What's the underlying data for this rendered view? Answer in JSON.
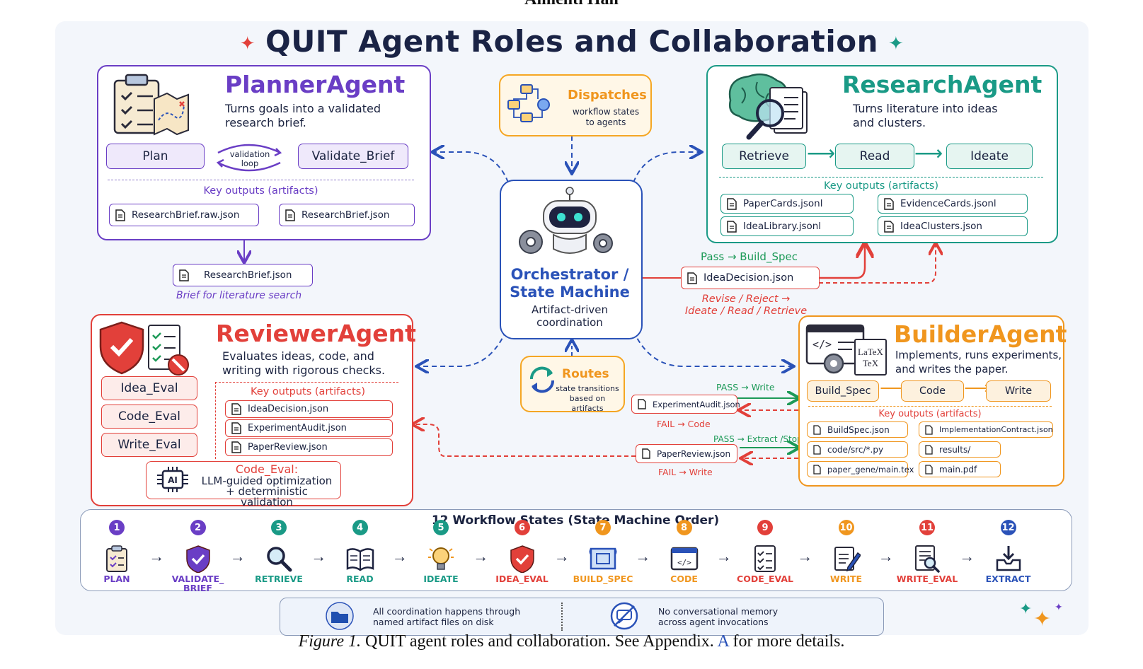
{
  "header": {
    "author": "Aimehti Han"
  },
  "title": "QUIT Agent Roles and Collaboration",
  "colors": {
    "planner": "#6a3ec5",
    "research": "#1a9a86",
    "reviewer": "#e2403a",
    "builder": "#f0961e",
    "orchestrator": "#2a52b8",
    "dispatch": "#f5a623",
    "link": "#2a52b8"
  },
  "planner": {
    "title": "PlannerAgent",
    "desc_line1": "Turns goals into a validated",
    "desc_line2": "research brief.",
    "plan": "Plan",
    "loop_line1": "validation",
    "loop_line2": "loop",
    "validate": "Validate_Brief",
    "key_outputs": "Key outputs (artifacts)",
    "artifacts": [
      "ResearchBrief.raw.json",
      "ResearchBrief.json"
    ],
    "handoff_file": "ResearchBrief.json",
    "handoff_note": "Brief for literature search"
  },
  "dispatch": {
    "title": "Dispatches",
    "line1": "workflow states",
    "line2": "to agents"
  },
  "orchestrator": {
    "title_line1": "Orchestrator /",
    "title_line2": "State Machine",
    "sub_line1": "Artifact-driven",
    "sub_line2": "coordination"
  },
  "routes": {
    "title": "Routes",
    "line1": "state transitions",
    "line2": "based on artifacts"
  },
  "research": {
    "title": "ResearchAgent",
    "desc_line1": "Turns literature into ideas",
    "desc_line2": "and clusters.",
    "steps": [
      "Retrieve",
      "Read",
      "Ideate"
    ],
    "key_outputs": "Key outputs (artifacts)",
    "artifacts": [
      "PaperCards.jsonl",
      "EvidenceCards.jsonl",
      "IdeaLibrary.jsonl",
      "IdeaClusters.json"
    ]
  },
  "decision": {
    "pass": "Pass → Build_Spec",
    "file": "IdeaDecision.json",
    "revise_line1": "Revise / Reject →",
    "revise_line2": "Ideate / Read / Retrieve"
  },
  "reviewer": {
    "title": "ReviewerAgent",
    "desc_line1": "Evaluates ideas, code, and",
    "desc_line2": "writing with rigorous checks.",
    "evals": [
      "Idea_Eval",
      "Code_Eval",
      "Write_Eval"
    ],
    "key_outputs": "Key outputs (artifacts)",
    "artifacts": [
      "IdeaDecision.json",
      "ExperimentAudit.json",
      "PaperReview.json"
    ],
    "code_eval_title": "Code_Eval:",
    "code_eval_line1": "LLM-guided optimization",
    "code_eval_line2": "+ deterministic validation",
    "ai_badge": "AI"
  },
  "audit": {
    "pass": "PASS → Write",
    "file": "ExperimentAudit.json",
    "fail": "FAIL → Code"
  },
  "review": {
    "pass": "PASS → Extract /Stop",
    "file": "PaperReview.json",
    "fail": "FAIL → Write"
  },
  "builder": {
    "title": "BuilderAgent",
    "desc_line1": "Implements, runs experiments,",
    "desc_line2": "and writes the paper.",
    "steps": [
      "Build_Spec",
      "Code",
      "Write"
    ],
    "key_outputs": "Key outputs (artifacts)",
    "artifacts": [
      "BuildSpec.json",
      "ImplementationContract.json",
      "code/src/*.py",
      "results/",
      "paper_gene/main.tex",
      "main.pdf"
    ],
    "latex_line1": "LaTeX",
    "latex_line2": "TeX"
  },
  "workflow": {
    "title": "12 Workflow States (State Machine Order)",
    "states": [
      {
        "n": "1",
        "label": "PLAN",
        "label2": "",
        "color": "#6a3ec5",
        "icon": "clipboard-icon"
      },
      {
        "n": "2",
        "label": "VALIDATE_",
        "label2": "BRIEF",
        "color": "#6a3ec5",
        "icon": "shield-check-icon"
      },
      {
        "n": "3",
        "label": "RETRIEVE",
        "label2": "",
        "color": "#1a9a86",
        "icon": "magnifier-icon"
      },
      {
        "n": "4",
        "label": "READ",
        "label2": "",
        "color": "#1a9a86",
        "icon": "book-icon"
      },
      {
        "n": "5",
        "label": "IDEATE",
        "label2": "",
        "color": "#1a9a86",
        "icon": "lightbulb-icon"
      },
      {
        "n": "6",
        "label": "IDEA_EVAL",
        "label2": "",
        "color": "#e2403a",
        "icon": "shield-check-icon"
      },
      {
        "n": "7",
        "label": "BUILD_SPEC",
        "label2": "",
        "color": "#f0961e",
        "icon": "blueprint-icon"
      },
      {
        "n": "8",
        "label": "CODE",
        "label2": "",
        "color": "#f0961e",
        "icon": "code-window-icon"
      },
      {
        "n": "9",
        "label": "CODE_EVAL",
        "label2": "",
        "color": "#e2403a",
        "icon": "checklist-icon"
      },
      {
        "n": "10",
        "label": "WRITE",
        "label2": "",
        "color": "#f0961e",
        "icon": "pen-paper-icon"
      },
      {
        "n": "11",
        "label": "WRITE_EVAL",
        "label2": "",
        "color": "#e2403a",
        "icon": "doc-search-icon"
      },
      {
        "n": "12",
        "label": "EXTRACT",
        "label2": "",
        "color": "#2a52b8",
        "icon": "inbox-download-icon"
      }
    ]
  },
  "footer": {
    "left_line1": "All coordination happens through",
    "left_line2": "named artifact files on disk",
    "right_line1": "No conversational memory",
    "right_line2": "across agent invocations"
  },
  "caption": {
    "prefix": "Figure 1.",
    "text": " QUIT agent roles and collaboration. See Appendix. ",
    "link": "A",
    "suffix": " for more details."
  }
}
